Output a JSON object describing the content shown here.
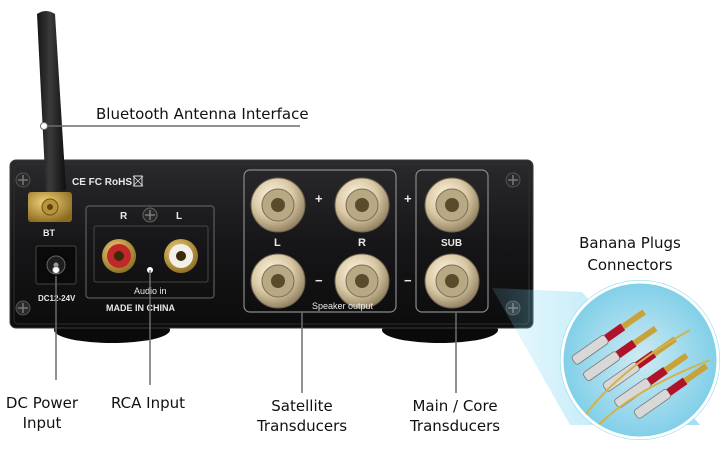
{
  "callouts": {
    "bluetooth": "Bluetooth Antenna Interface",
    "banana_line1": "Banana Plugs",
    "banana_line2": "Connectors",
    "dc_line1": "DC Power",
    "dc_line2": "Input",
    "rca": "RCA Input",
    "satellite_line1": "Satellite",
    "satellite_line2": "Transducers",
    "main_line1": "Main / Core",
    "main_line2": "Transducers"
  },
  "panel": {
    "certifications": "CE FC RoHS",
    "bt": "BT",
    "dc_rating": "DC12-24V",
    "rca_right": "R",
    "rca_left": "L",
    "audio_in": "Audio in",
    "made_in": "MADE IN CHINA",
    "plus_1": "+",
    "plus_2": "+",
    "minus_1": "−",
    "minus_2": "−",
    "channel_l": "L",
    "channel_r": "R",
    "channel_sub": "SUB",
    "speaker_output": "Speaker output"
  },
  "colors": {
    "chassis": "#1b1b1d",
    "callout_line": "#6d6d6d",
    "highlight": "#7fd6f2"
  }
}
